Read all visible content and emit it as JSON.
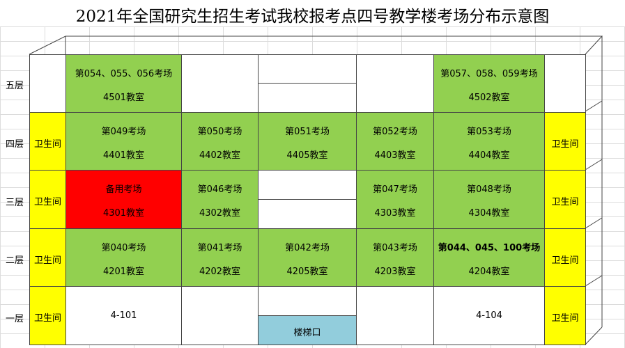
{
  "title": "2021年全国研究生招生考试我校报考点四号教学楼考场分布示意图",
  "floors": [
    "五层",
    "四层",
    "三层",
    "二层",
    "一层"
  ],
  "restroom": "卫生间",
  "stairs": "楼梯口",
  "colors": {
    "exam": "#92d050",
    "restroom": "#ffff00",
    "reserve": "#ff0000",
    "stairs": "#92cddc"
  },
  "fifth": {
    "a": {
      "exam": "第054、055、056考场",
      "room": "4501教室"
    },
    "b": {
      "exam": "第057、058、059考场",
      "room": "4502教室"
    }
  },
  "fourth": [
    {
      "exam": "第049考场",
      "room": "4401教室"
    },
    {
      "exam": "第050考场",
      "room": "4402教室"
    },
    {
      "exam": "第051考场",
      "room": "4405教室"
    },
    {
      "exam": "第052考场",
      "room": "4403教室"
    },
    {
      "exam": "第053考场",
      "room": "4404教室"
    }
  ],
  "third": [
    {
      "exam": "备用考场",
      "room": "4301教室"
    },
    {
      "exam": "第046考场",
      "room": "4302教室"
    },
    {
      "exam": "第047考场",
      "room": "4303教室"
    },
    {
      "exam": "第048考场",
      "room": "4304教室"
    }
  ],
  "second": [
    {
      "exam": "第040考场",
      "room": "4201教室"
    },
    {
      "exam": "第041考场",
      "room": "4202教室"
    },
    {
      "exam": "第042考场",
      "room": "4205教室"
    },
    {
      "exam": "第043考场",
      "room": "4203教室"
    },
    {
      "exam": "第044、045、100考场",
      "room": "4204教室"
    }
  ],
  "first": {
    "left_room": "4-101",
    "right_room": "4-104"
  }
}
